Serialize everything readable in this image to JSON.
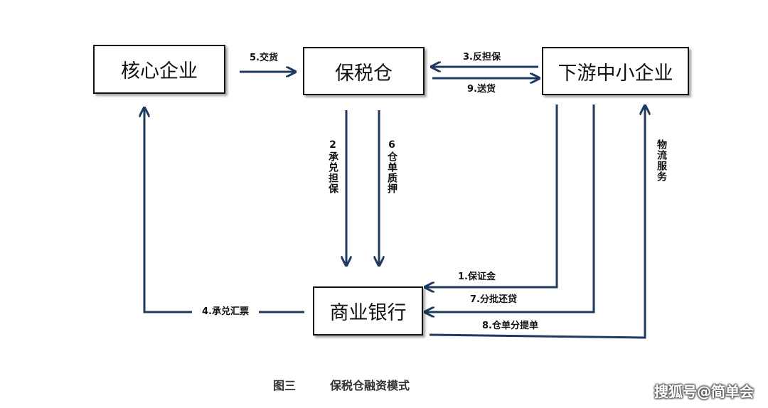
{
  "nodes": {
    "core": "核心企业",
    "bonded": "保税仓",
    "sme": "下游中小企业",
    "bank": "商业银行"
  },
  "edges": {
    "e1": "1.保证金",
    "e2": "2承兑担保",
    "e3": "3.反担保",
    "e4": "4.承兑汇票",
    "e5": "5.交货",
    "e6": "6仓单质押",
    "e7": "7.分批还贷",
    "e8": "8.仓单分提单",
    "e9": "9.送货",
    "logistics": "物流服务"
  },
  "caption": {
    "figure": "图三",
    "title": "保税仓融资模式"
  },
  "watermark": "搜狐号@简单会",
  "colors": {
    "arrow": "#1f3a5f",
    "border": "#111111"
  }
}
